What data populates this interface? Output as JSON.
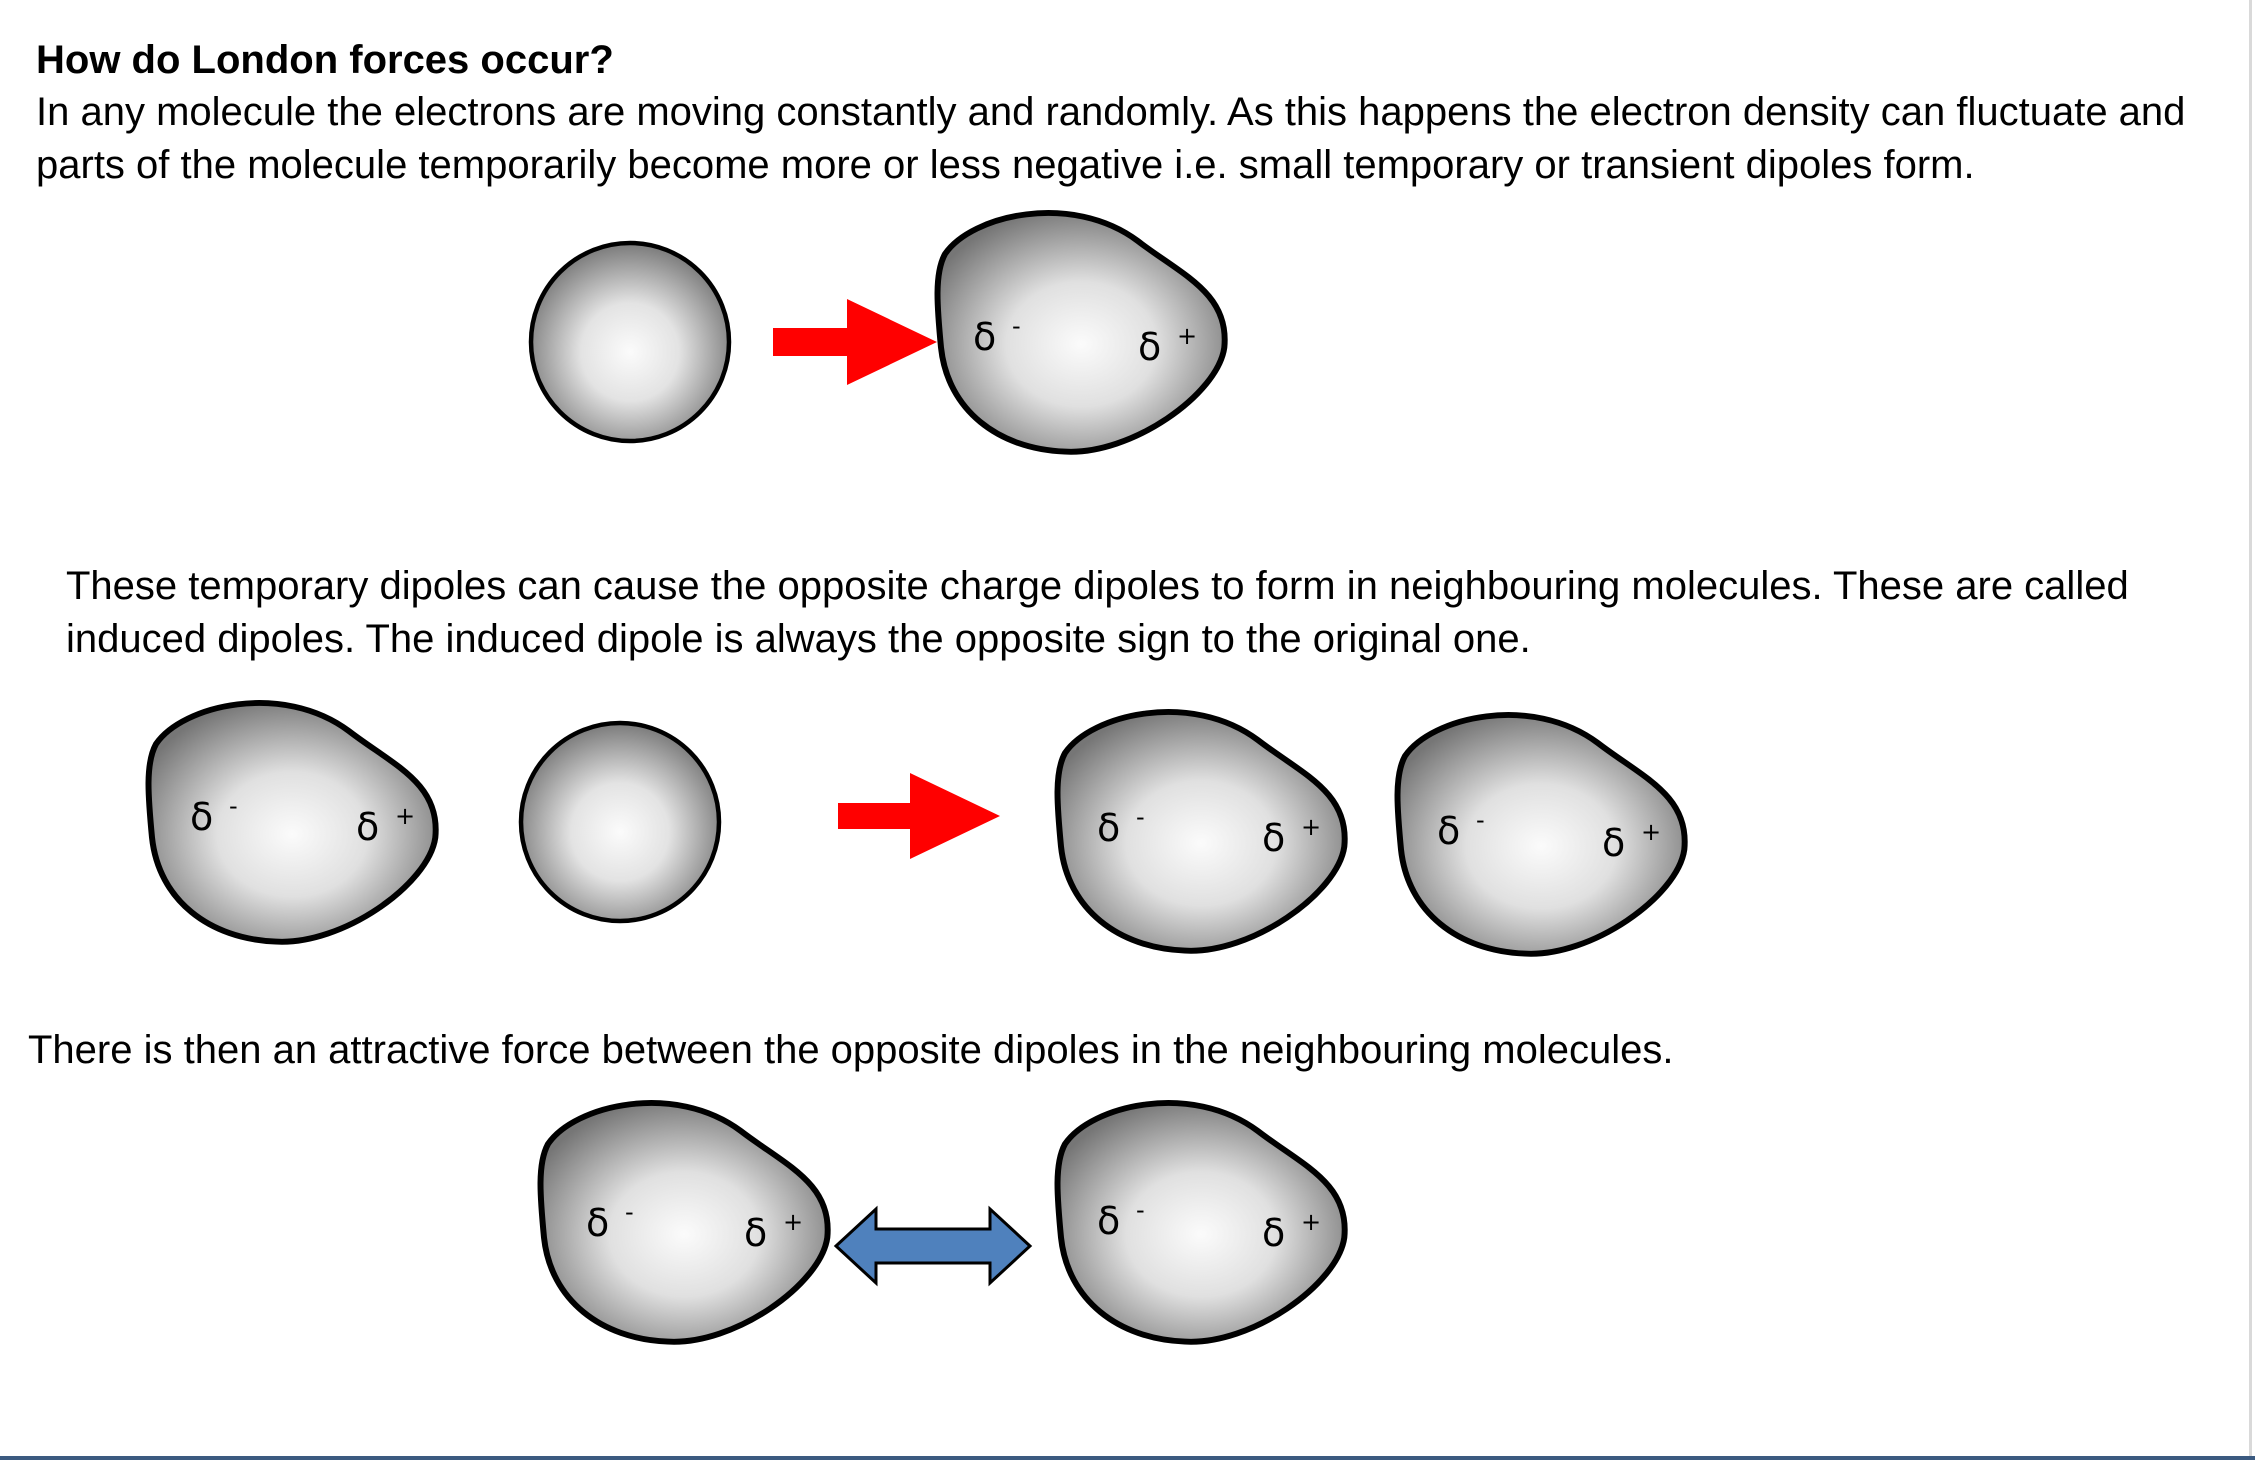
{
  "heading": "How do London forces occur?",
  "paragraph_1": "In any molecule the electrons are moving constantly and randomly. As this happens the electron density can fluctuate and parts of the molecule temporarily become more or less negative i.e. small temporary or transient dipoles form.",
  "paragraph_2": "These temporary dipoles can cause the opposite charge dipoles to form in neighbouring molecules. These are called induced dipoles. The induced dipole is always the opposite sign to the original one.",
  "paragraph_3": "There is then an attractive force between the opposite dipoles in the neighbouring molecules.",
  "labels": {
    "delta": "δ",
    "minus": "-",
    "plus": "+"
  },
  "colors": {
    "red_arrow": "#ff0000",
    "blue_arrow": "#4f81bd",
    "molecule_light": "#fbfbfb",
    "molecule_dark": "#7a7a7a"
  }
}
